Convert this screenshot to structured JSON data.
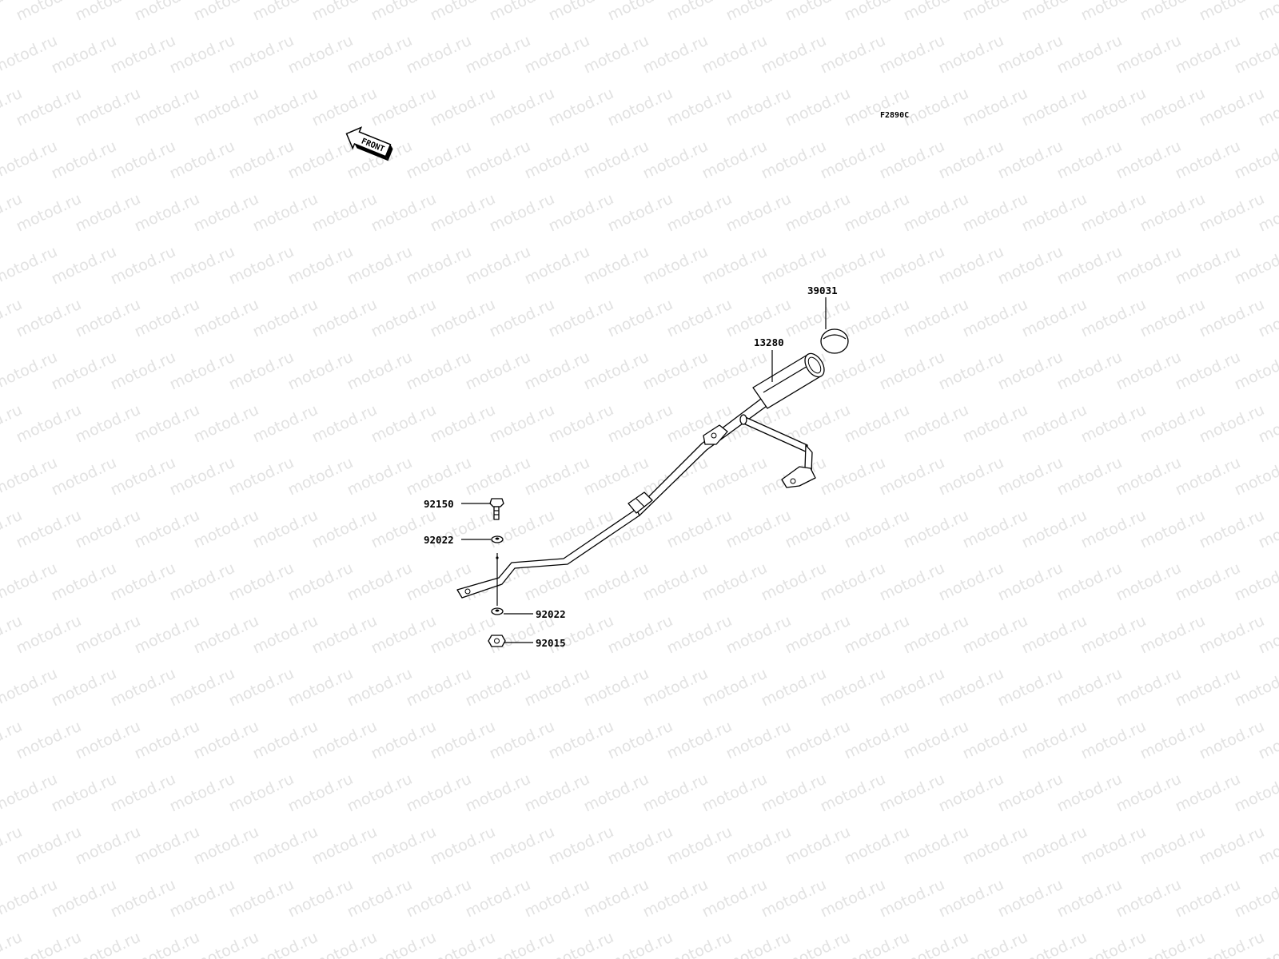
{
  "watermark": {
    "text": "motod.ru",
    "color": "#e2e2e2"
  },
  "diagram": {
    "code": "F2890C"
  },
  "front_arrow": {
    "text": "FRONT"
  },
  "callouts": [
    {
      "id": "p39031",
      "part_number": "39031"
    },
    {
      "id": "p13280",
      "part_number": "13280"
    },
    {
      "id": "p92150",
      "part_number": "92150"
    },
    {
      "id": "p92022a",
      "part_number": "92022"
    },
    {
      "id": "p92022b",
      "part_number": "92022"
    },
    {
      "id": "p92015",
      "part_number": "92015"
    }
  ]
}
